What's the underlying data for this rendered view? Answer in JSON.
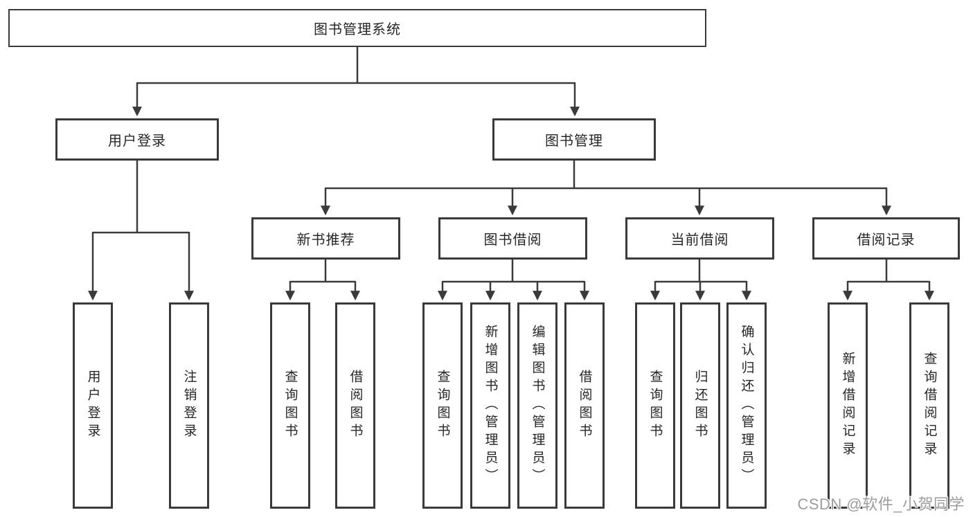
{
  "diagram": {
    "title": "图书管理系统",
    "root": {
      "label": "图书管理系统"
    },
    "level2": [
      {
        "label": "用户登录"
      },
      {
        "label": "图书管理"
      }
    ],
    "user_login_leaves": [
      {
        "label": "用户登录"
      },
      {
        "label": "注销登录"
      }
    ],
    "modules": [
      {
        "label": "新书推荐",
        "leaves": [
          {
            "label": "查询图书"
          },
          {
            "label": "借阅图书"
          }
        ]
      },
      {
        "label": "图书借阅",
        "leaves": [
          {
            "label": "查询图书"
          },
          {
            "label": "新增图书（管理员）"
          },
          {
            "label": "编辑图书（管理员）"
          },
          {
            "label": "借阅图书"
          }
        ]
      },
      {
        "label": "当前借阅",
        "leaves": [
          {
            "label": "查询图书"
          },
          {
            "label": "归还图书"
          },
          {
            "label": "确认归还（管理员）"
          }
        ]
      },
      {
        "label": "借阅记录",
        "leaves": [
          {
            "label": "新增借阅记录"
          },
          {
            "label": "查询借阅记录"
          }
        ]
      }
    ]
  },
  "watermark": {
    "text": "CSDN @软件_小贺同学"
  },
  "colors": {
    "line": "#3a3a3a",
    "text": "#262626",
    "watermark": "#9c9c9c",
    "background": "#ffffff"
  }
}
